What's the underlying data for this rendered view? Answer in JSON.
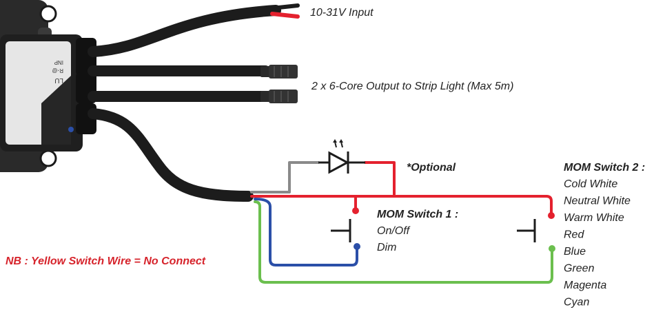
{
  "colors": {
    "red_wire": "#e4212e",
    "blue_wire": "#2b4fa8",
    "green_wire": "#6bbf4e",
    "grey_wire": "#8a8a8a",
    "cable": "#1c1c1c",
    "note": "#d6232b"
  },
  "labels": {
    "input": "10-31V Input",
    "output": "2 x 6-Core Output to Strip Light (Max 5m)",
    "optional": "*Optional",
    "note": "NB : Yellow Switch Wire = No Connect"
  },
  "switch1": {
    "title": "MOM Switch 1 :",
    "functions": [
      "On/Off",
      "Dim"
    ]
  },
  "switch2": {
    "title": "MOM Switch 2 :",
    "functions": [
      "Cold White",
      "Neutral White",
      "Warm White",
      "Red",
      "Blue",
      "Green",
      "Magenta",
      "Cyan"
    ]
  },
  "controller_text": [
    "INP",
    "R-@",
    "LU"
  ]
}
